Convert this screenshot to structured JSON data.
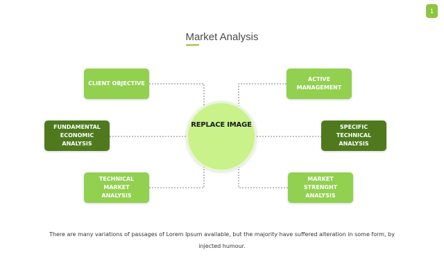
{
  "slide": {
    "page_number": "1",
    "title": "Market Analysis",
    "center_label": "REPLACE IMAGE",
    "caption_line1": "There are many variations of passages of Lorem Ipsum available, but the majority have suffered alteration in some form, by",
    "caption_line2": "injected humour."
  },
  "boxes": {
    "client_objective": "CLIENT OBJECTIVE",
    "active_management": [
      "ACTIVE",
      "MANAGEMENT"
    ],
    "fundamental_economic_analysis": [
      "FUNDAMENTAL",
      "ECONOMIC",
      "ANALYSIS"
    ],
    "specific_technical_analysis": [
      "SPECIFIC",
      "TECHNICAL",
      "ANALYSIS"
    ],
    "technical_market_analysis": [
      "TECHNICAL",
      "MARKET ANALYSIS"
    ],
    "market_strenght_analysis": [
      "MARKET STRENGHT",
      "ANALYSIS"
    ]
  },
  "colors": {
    "accent": "#8cc63f",
    "box_light": "#92d050",
    "box_dark": "#4e7a1d",
    "center_circle": "#c9f28a"
  }
}
